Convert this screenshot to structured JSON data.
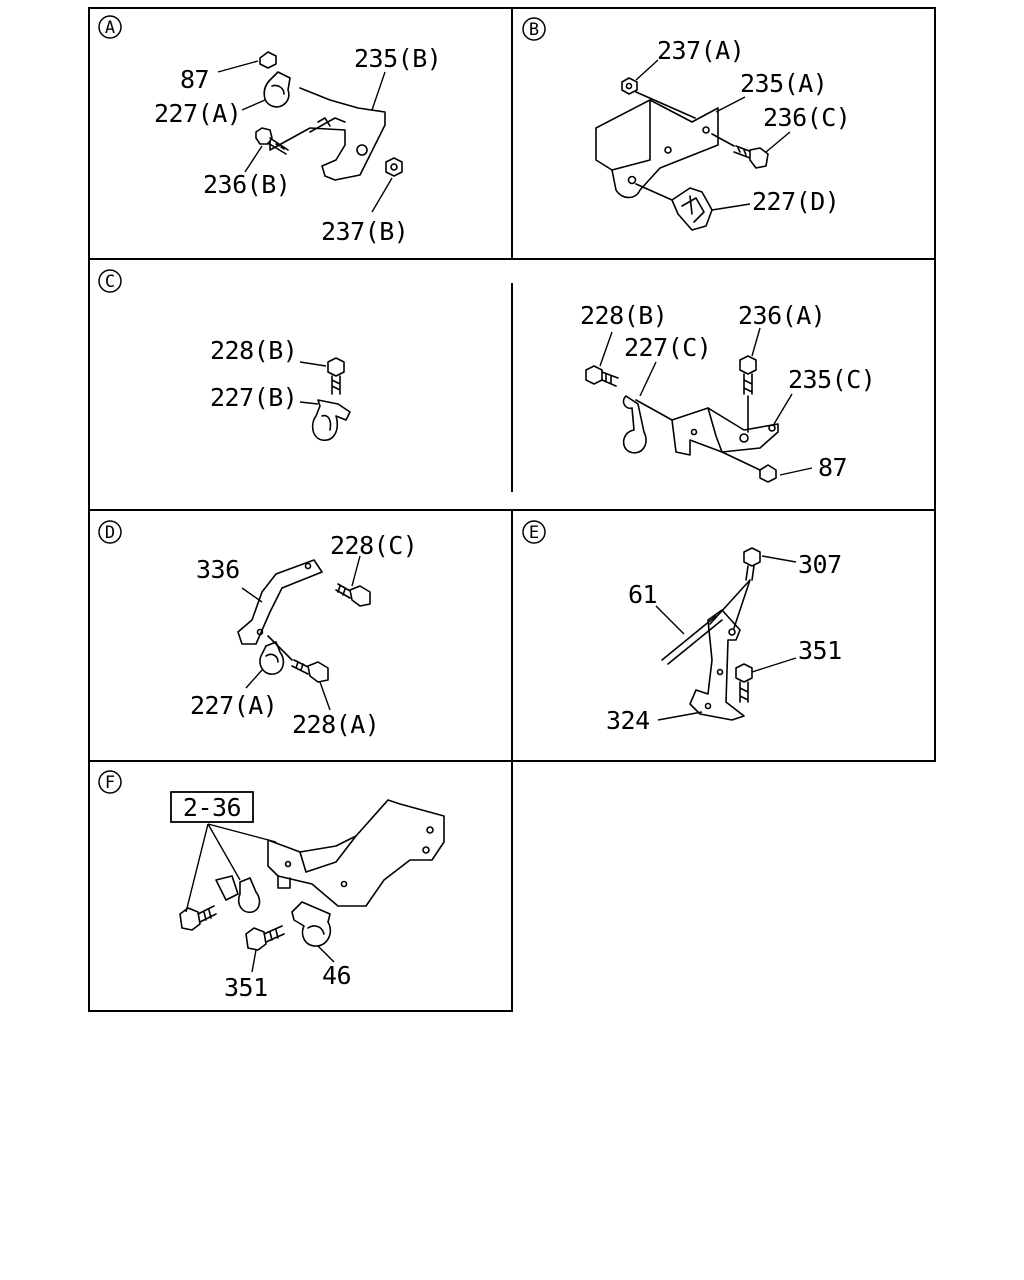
{
  "panels": {
    "A": {
      "badge": "A",
      "labels": {
        "nut_87": "87",
        "clip_227a": "227(A)",
        "bracket_235b": "235(B)",
        "bolt_236b": "236(B)",
        "nut_237b": "237(B)"
      }
    },
    "B": {
      "badge": "B",
      "labels": {
        "nut_237a": "237(A)",
        "bracket_235a": "235(A)",
        "bolt_236c": "236(C)",
        "clip_227d": "227(D)"
      }
    },
    "C": {
      "badge": "C",
      "labels": {
        "bolt_228b_left": "228(B)",
        "clip_227b": "227(B)",
        "bolt_228b_right": "228(B)",
        "clip_227c": "227(C)",
        "bolt_236a": "236(A)",
        "bracket_235c": "235(C)",
        "nut_87": "87"
      }
    },
    "D": {
      "badge": "D",
      "labels": {
        "bracket_336": "336",
        "bolt_228c": "228(C)",
        "clip_227a": "227(A)",
        "bolt_228a": "228(A)"
      }
    },
    "E": {
      "badge": "E",
      "labels": {
        "bolt_307": "307",
        "pipe_61": "61",
        "bolt_351": "351",
        "bracket_324": "324"
      }
    },
    "F": {
      "badge": "F",
      "labels": {
        "ref_2_36": "2-36",
        "bolt_351": "351",
        "clip_46": "46"
      }
    }
  }
}
